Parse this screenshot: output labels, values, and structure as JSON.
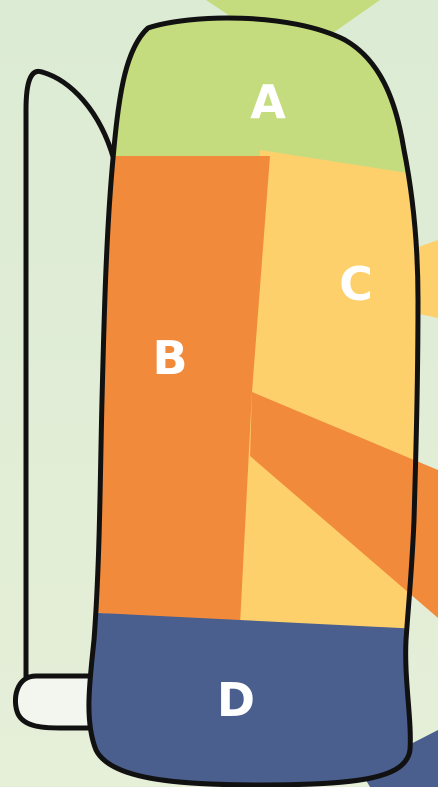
{
  "diagram": {
    "zones": [
      {
        "id": "A",
        "label": "A",
        "color": "#c5dc7e"
      },
      {
        "id": "B",
        "label": "B",
        "color": "#f28a3b"
      },
      {
        "id": "C",
        "label": "C",
        "color": "#fdd06b"
      },
      {
        "id": "D",
        "label": "D",
        "color": "#4a5f8d"
      }
    ],
    "outline_color": "#111111",
    "background_color": "#e0edd6"
  }
}
